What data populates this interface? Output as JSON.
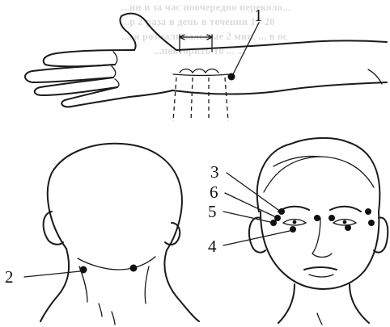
{
  "bleed_text": [
    "...ии и за час поочередно переколо...",
    "...р 2 раза в день в течении 15-20",
    "...ся розмальмальные 2 мин. ... в ос",
    "...повторить 10 ... ..."
  ],
  "labels": {
    "point_1": "1",
    "point_2": "2",
    "point_3": "3",
    "point_4": "4",
    "point_5": "5",
    "point_6": "6"
  }
}
